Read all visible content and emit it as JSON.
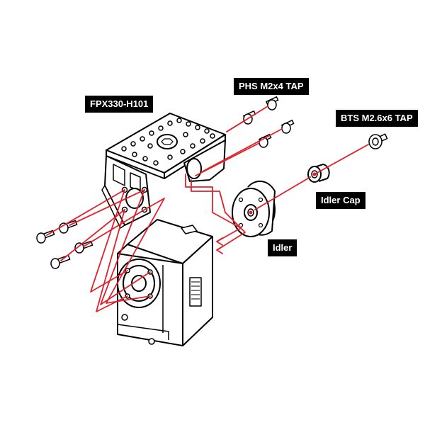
{
  "labels": {
    "bracket": "FPX330-H101",
    "phs_screw": "PHS M2x4 TAP",
    "bts_screw": "BTS M2.6x6 TAP",
    "idler_cap": "Idler Cap",
    "idler": "Idler"
  },
  "colors": {
    "line": "#000000",
    "assembly_path": "#e0202a",
    "label_bg": "#000000",
    "label_text": "#ffffff"
  }
}
